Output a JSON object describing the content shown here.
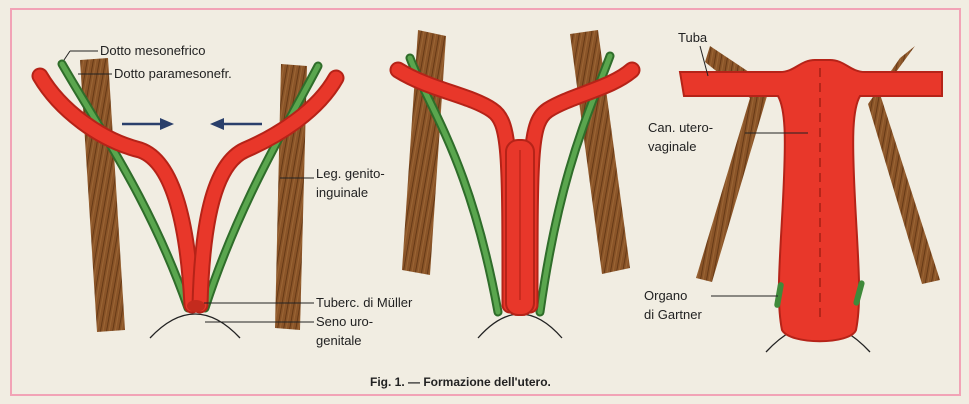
{
  "labels": {
    "dotto_mesonefrico": "Dotto mesonefrico",
    "dotto_paramesonefr": "Dotto paramesonefr.",
    "leg_genito_1": "Leg. genito-",
    "leg_genito_2": "inguinale",
    "tuberc_muller": "Tuberc. di Müller",
    "seno_uro_1": "Seno uro-",
    "seno_uro_2": "genitale",
    "tuba": "Tuba",
    "can_utero_1": "Can. utero-",
    "can_utero_2": "vaginale",
    "organo_1": "Organo",
    "organo_2": "di Gartner"
  },
  "caption": "Fig. 1. — Formazione dell'utero.",
  "colors": {
    "red_duct": "#e8372a",
    "green_duct": "#3f8a3a",
    "ligament": "#7a4a22",
    "border": "#f2a3b6"
  }
}
